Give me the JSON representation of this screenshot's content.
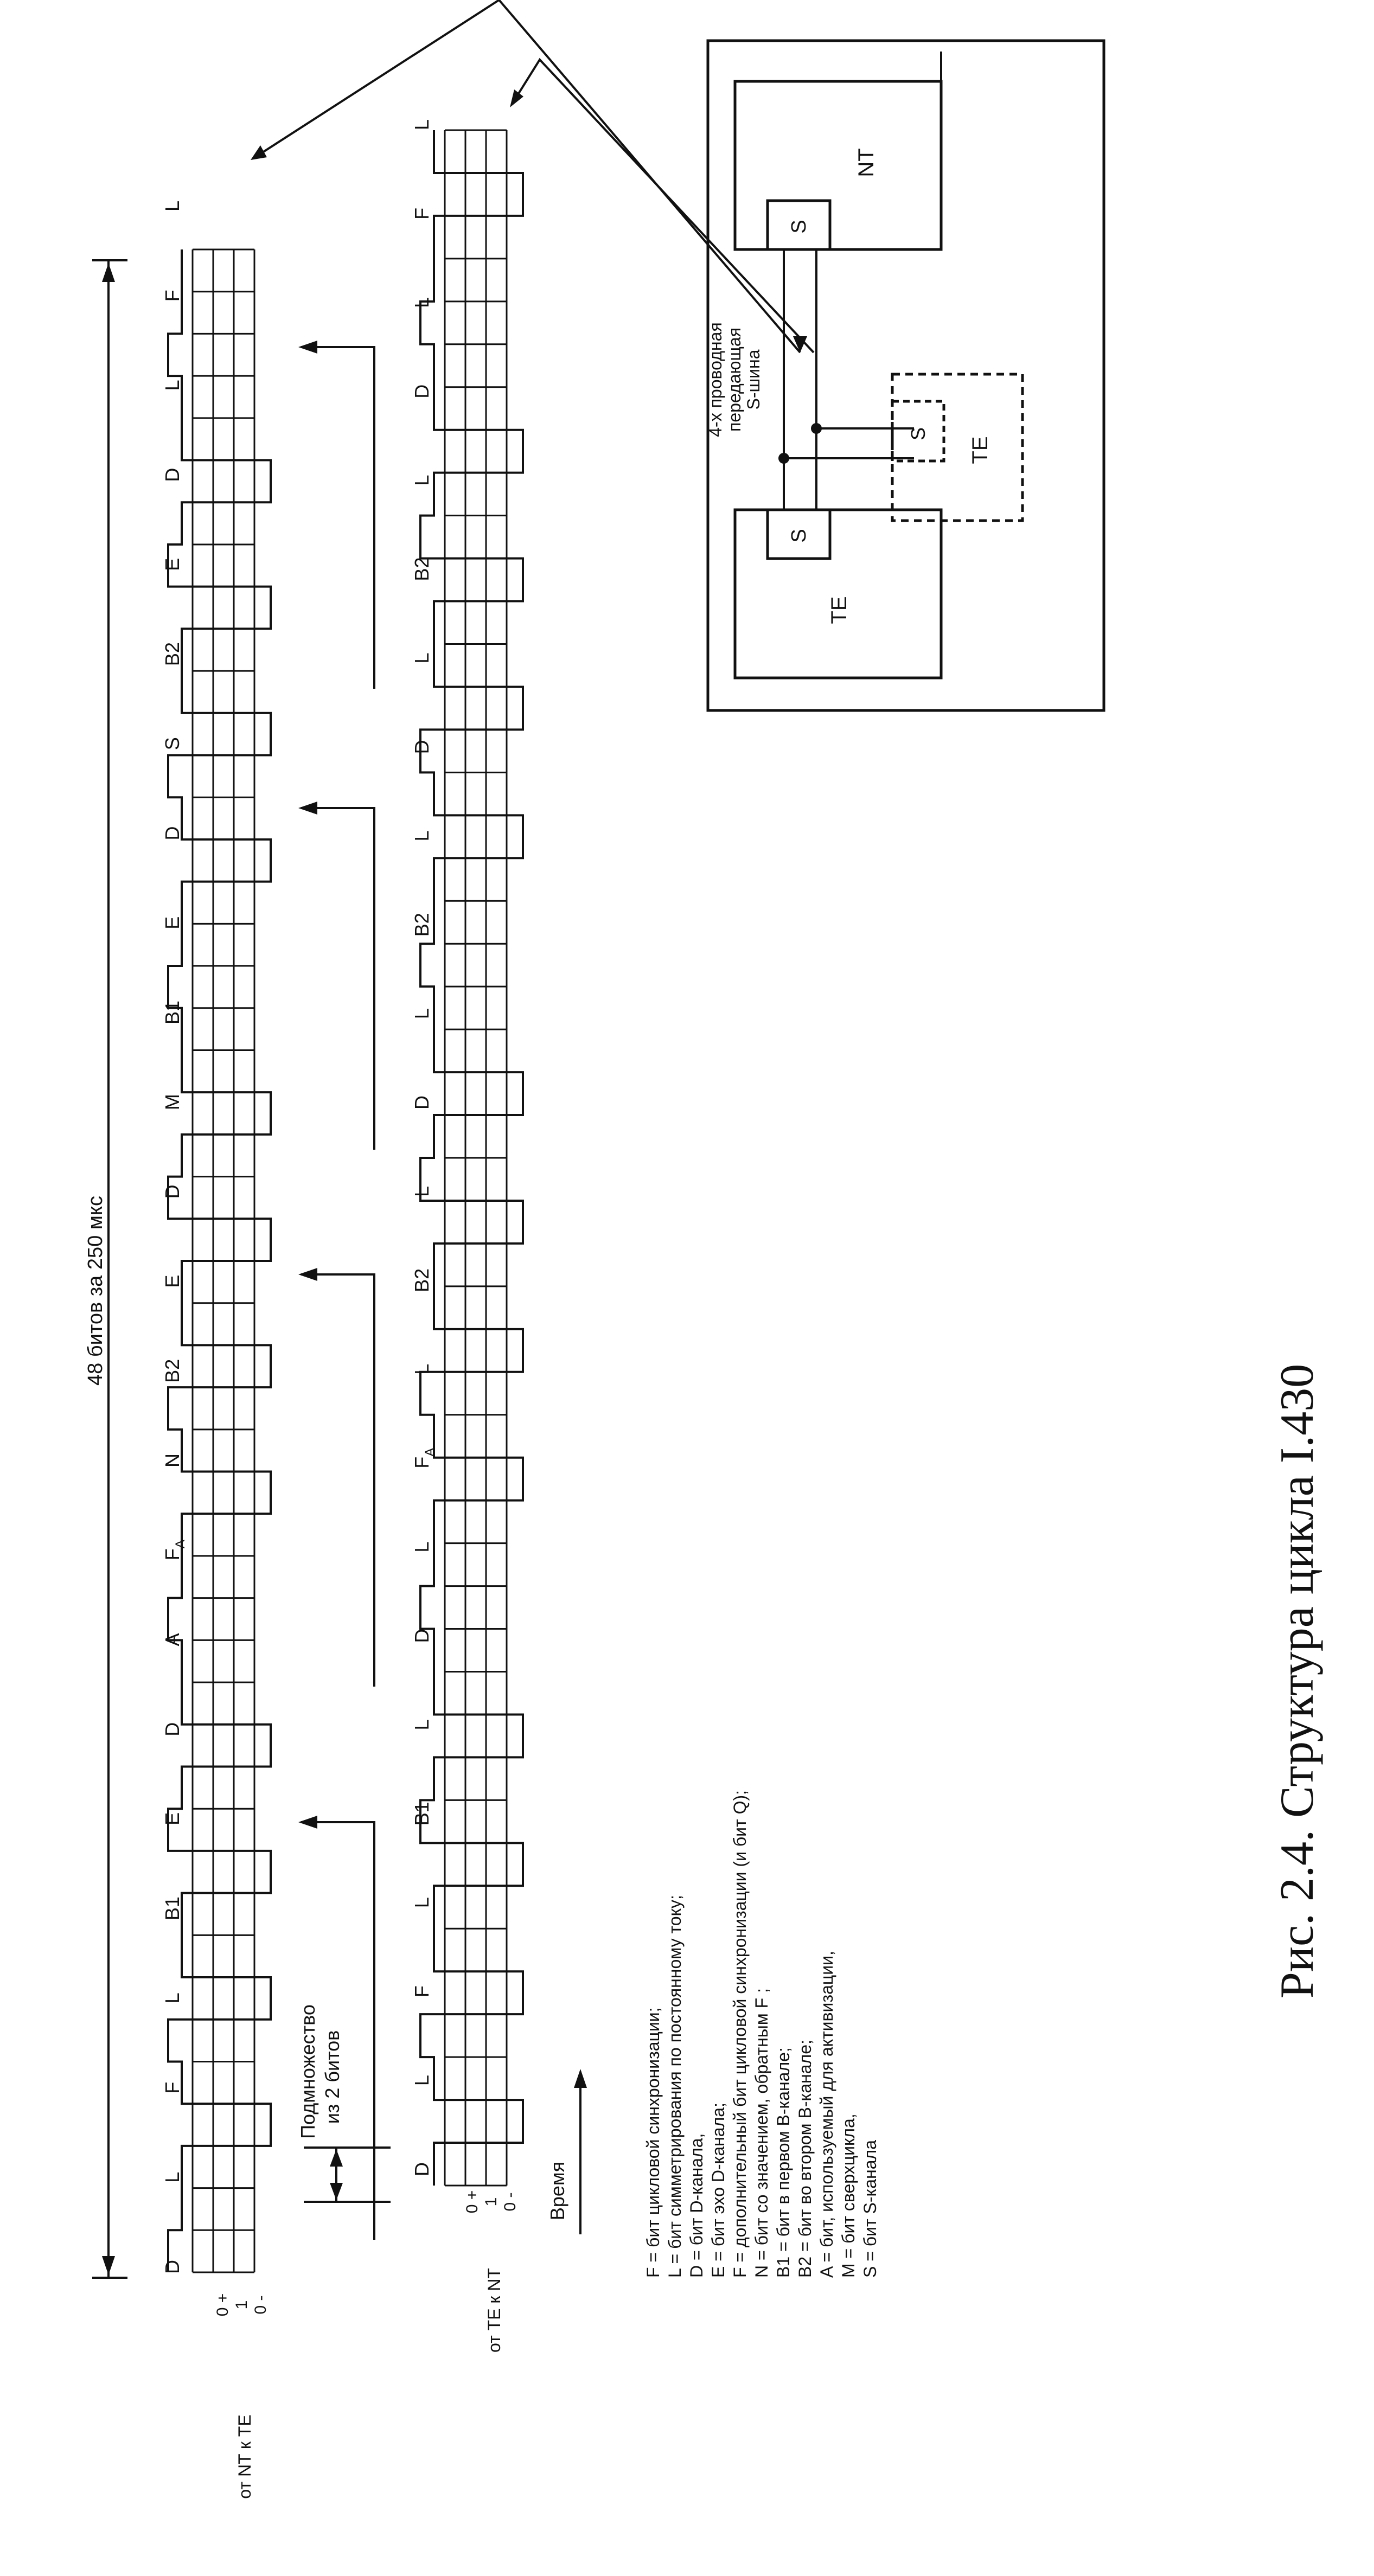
{
  "diagram": {
    "span_label": "48 битов за 250 мкс",
    "subset_label_1": "Подмножество",
    "subset_label_2": "из 2 битов",
    "time_label": "Время",
    "row1_name": "от NT к TE",
    "row2_name": "от TE к NT",
    "level_labels": [
      "0 +",
      "1",
      "0 -"
    ],
    "row1_labels": [
      "D",
      "L",
      "F",
      "L",
      "B1",
      "E",
      "D",
      "A",
      "F_A",
      "N",
      "B2",
      "E",
      "D",
      "M",
      "B1",
      "E",
      "D",
      "S",
      "B2",
      "E",
      "D",
      "L",
      "F",
      "L"
    ],
    "row2_labels": [
      "D",
      "L",
      "F",
      "L",
      "B1",
      "L",
      "D",
      "L",
      "F_A",
      "L",
      "B2",
      "L",
      "D",
      "L",
      "B2",
      "L",
      "D",
      "L",
      "B2",
      "L",
      "D",
      "L",
      "F",
      "L"
    ]
  },
  "inset": {
    "bus_label_1": "4-х проводная",
    "bus_label_2": "передающая",
    "bus_label_3": "S-шина",
    "nt": "NT",
    "te_left": "TE",
    "te_right": "TE",
    "s": "S"
  },
  "legend": [
    "F = бит цикловой синхронизации;",
    "L = бит симметрирования по постоянному току;",
    "D = бит D-канала,",
    "E = бит эхо D-канала;",
    "F = дополнительный  бит цикловой синхронизации (и бит Q);",
    "N = бит со значением, обратным F ;",
    "B1 = бит в первом В-канале;",
    "B2 = бит во втором В-канале;",
    "A = бит, используемый для активизации,",
    "M = бит сверхцикла,",
    "S = бит S-канала"
  ],
  "caption": "Рис. 2.4.  Структура цикла I.430"
}
